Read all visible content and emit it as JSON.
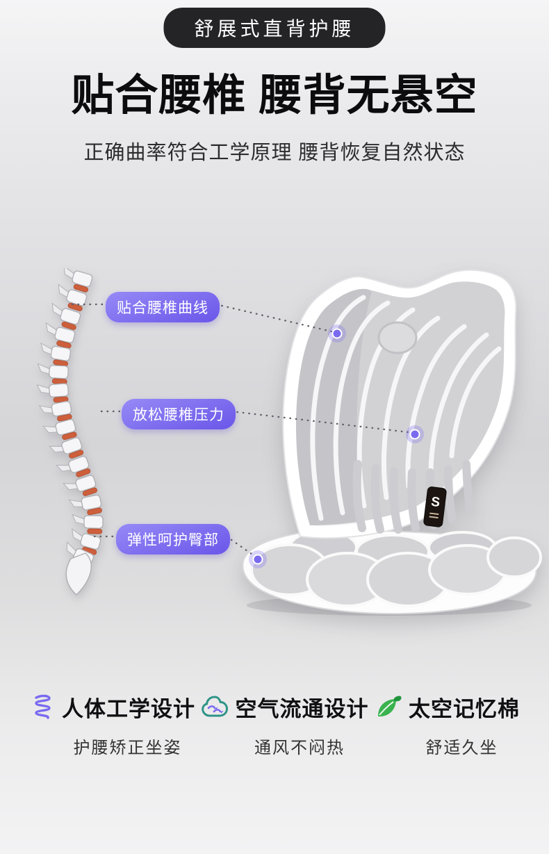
{
  "page": {
    "badge": "舒展式直背护腰",
    "title": "贴合腰椎 腰背无悬空",
    "subtitle": "正确曲率符合工学原理 腰背恢复自然状态"
  },
  "callouts": [
    {
      "label": "贴合腰椎曲线"
    },
    {
      "label": "放松腰椎压力"
    },
    {
      "label": "弹性呵护臀部"
    }
  ],
  "product": {
    "logo_letter": "S"
  },
  "features": [
    {
      "icon": "spring-coil-icon",
      "title": "人体工学设计",
      "subtitle": "护腰矫正坐姿"
    },
    {
      "icon": "airflow-icon",
      "title": "空气流通设计",
      "subtitle": "通风不闷热"
    },
    {
      "icon": "leaf-icon",
      "title": "太空记忆棉",
      "subtitle": "舒适久坐"
    }
  ],
  "colors": {
    "accent_purple": "#7a6af0",
    "badge_bg": "#242427",
    "disc_orange": "#cd5f3c",
    "airflow_teal": "#2d9487",
    "leaf_green": "#3ab24e"
  }
}
